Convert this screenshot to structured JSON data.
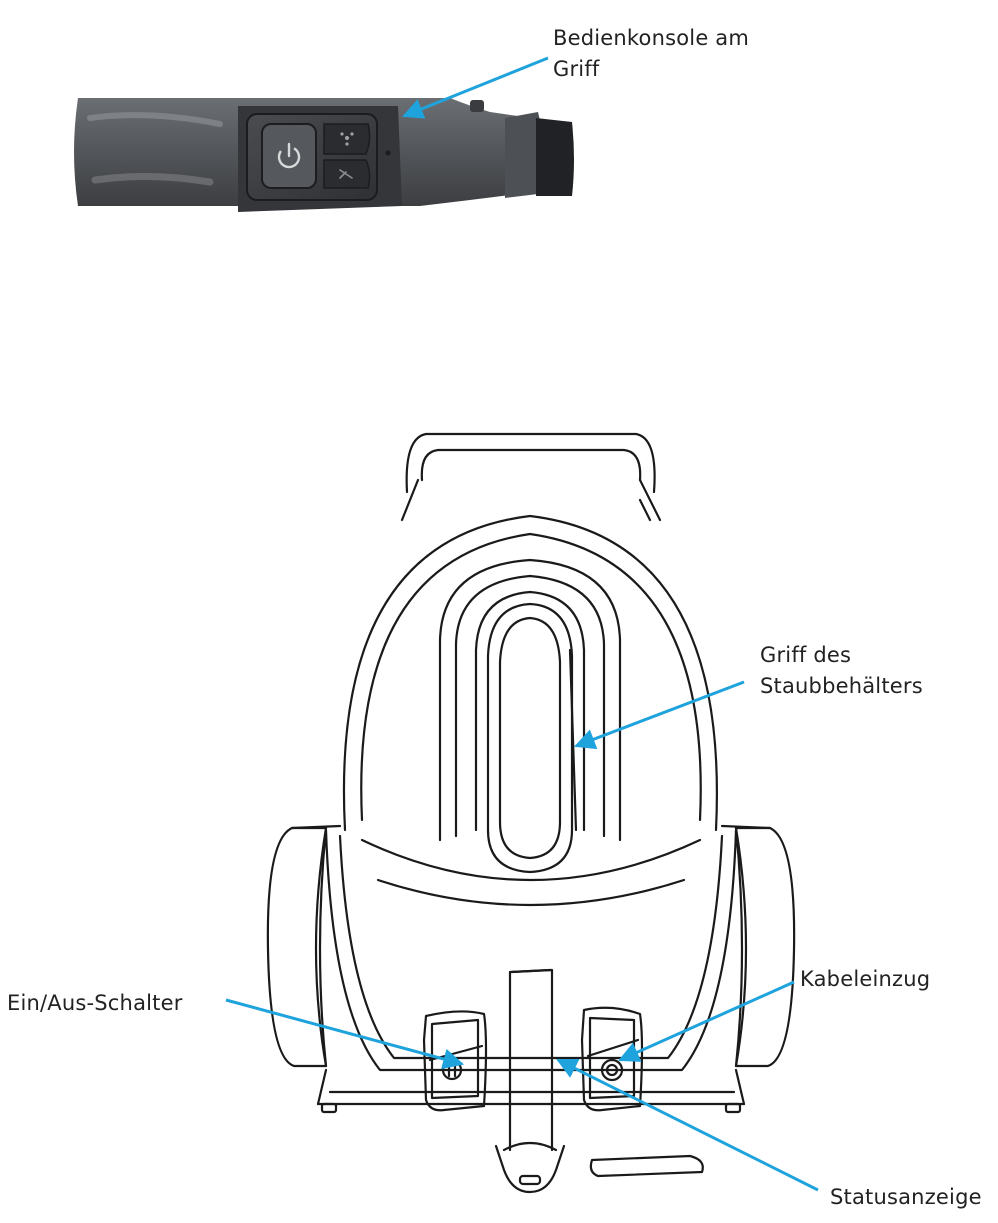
{
  "colors": {
    "leader": "#1fa3dc",
    "outline": "#1a1a1a",
    "handle_body": "#595c60",
    "handle_dark": "#26282b",
    "panel": "#3b3d40"
  },
  "callouts": {
    "console": {
      "line1": "Bedienkonsole am",
      "line2": "Griff"
    },
    "dust_handle": {
      "line1": "Griff des",
      "line2": "Staubbehälters"
    },
    "cable": {
      "line1": "Kabeleinzug"
    },
    "power": {
      "line1": "Ein/Aus-Schalter"
    },
    "status": {
      "line1": "Statusanzeige"
    }
  },
  "icons": {
    "power": "power-icon",
    "fan": "fan-icon",
    "mode": "mode-icon",
    "cable_button": "cable-rewind-icon",
    "power_switch": "power-switch-icon"
  }
}
